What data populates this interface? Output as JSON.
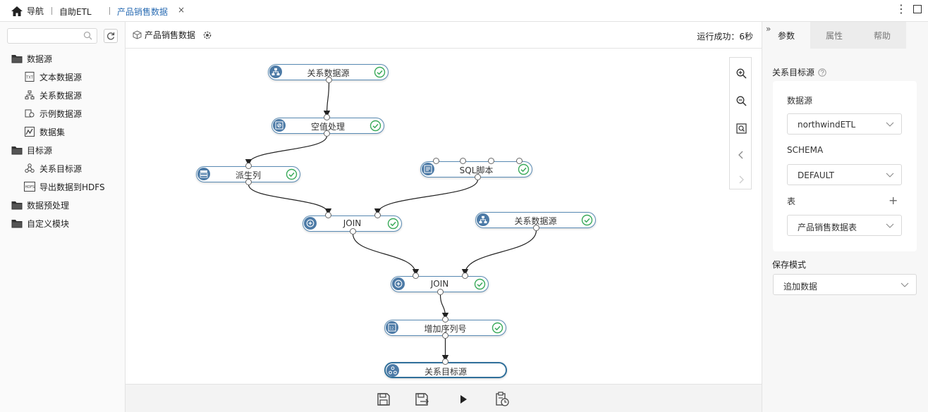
{
  "topbar": {
    "home_label": "导航",
    "etl_label": "自助ETL",
    "tab_label": "产品销售数据",
    "tab_close": "×"
  },
  "left": {
    "search_placeholder": "",
    "tree": [
      {
        "label": "数据源",
        "icon": "folder-icon",
        "level": 0
      },
      {
        "label": "文本数据源",
        "icon": "text-datasource-icon",
        "level": 1
      },
      {
        "label": "关系数据源",
        "icon": "relational-datasource-icon",
        "level": 1
      },
      {
        "label": "示例数据源",
        "icon": "sample-datasource-icon",
        "level": 1
      },
      {
        "label": "数据集",
        "icon": "dataset-icon",
        "level": 1
      },
      {
        "label": "目标源",
        "icon": "folder-icon",
        "level": 0
      },
      {
        "label": "关系目标源",
        "icon": "relational-target-icon",
        "level": 1
      },
      {
        "label": "导出数据到HDFS",
        "icon": "hdfs-export-icon",
        "level": 1
      },
      {
        "label": "数据预处理",
        "icon": "folder-icon",
        "level": 0
      },
      {
        "label": "自定义模块",
        "icon": "folder-icon",
        "level": 0
      }
    ]
  },
  "center": {
    "title": "产品销售数据",
    "status": "运行成功：6秒",
    "nodes": [
      {
        "id": "n1",
        "label": "关系数据源",
        "icon": "relational-datasource-icon",
        "check": true
      },
      {
        "id": "n2",
        "label": "空值处理",
        "icon": "null-handling-icon",
        "check": true
      },
      {
        "id": "n3",
        "label": "派生列",
        "icon": "derived-column-icon",
        "check": true
      },
      {
        "id": "n4",
        "label": "SQL脚本",
        "icon": "sql-script-icon",
        "check": true
      },
      {
        "id": "n5",
        "label": "JOIN",
        "icon": "join-icon",
        "check": true
      },
      {
        "id": "n6",
        "label": "关系数据源",
        "icon": "relational-datasource-icon",
        "check": true
      },
      {
        "id": "n7",
        "label": "JOIN",
        "icon": "join-icon",
        "check": true
      },
      {
        "id": "n8",
        "label": "增加序列号",
        "icon": "sequence-number-icon",
        "check": true
      },
      {
        "id": "n9",
        "label": "关系目标源",
        "icon": "relational-target-icon",
        "check": false
      }
    ]
  },
  "right": {
    "tabs": [
      "参数",
      "属性",
      "帮助"
    ],
    "active_tab": 0,
    "section_title": "关系目标源",
    "datasource_label": "数据源",
    "datasource_value": "northwindETL",
    "schema_label": "SCHEMA",
    "schema_value": "DEFAULT",
    "table_label": "表",
    "table_value": "产品销售数据表",
    "save_mode_label": "保存模式",
    "save_mode_value": "追加数据"
  },
  "colors": {
    "accent": "#2a6cb3",
    "node_border": "#5b8cb5",
    "node_icon_bg": "#4c7aa6",
    "check_green": "#3aaa5a"
  }
}
